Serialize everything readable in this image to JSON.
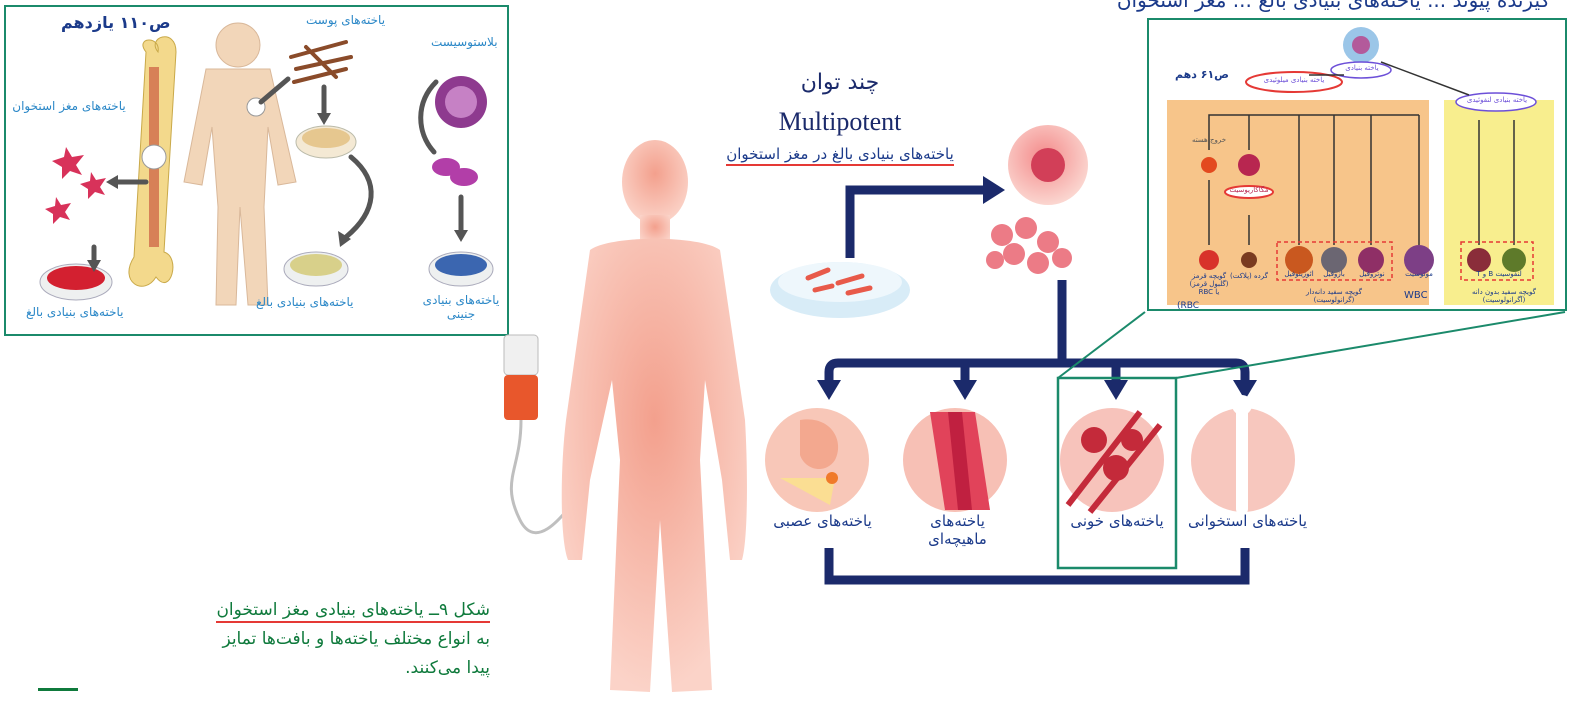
{
  "top_text": {
    "line": "گیرنده پیوند ... یاخته‌های بنیادی بالغ ... مغز استخوان"
  },
  "left_inset": {
    "page_ref": "ص۱۱۰ یازدهم",
    "labels": {
      "skin_cells": "یاخته‌های پوست",
      "blastocyst": "بلاستوسیست",
      "bone_marrow_cells": "یاخته‌های مغز استخوان",
      "adult_stem_cells_1": "یاخته‌های بنیادی بالغ",
      "adult_stem_cells_2": "یاخته‌های بنیادی بالغ",
      "embryonic_stem_cells": "یاخته‌های بنیادی جنینی"
    }
  },
  "center": {
    "title_fa": "چند توان",
    "title_en": "Multipotent",
    "subtitle": "یاخته‌های بنیادی بالغ در مغز استخوان",
    "cell_types": [
      {
        "key": "nerve",
        "label": "یاخته‌های عصبی"
      },
      {
        "key": "muscle",
        "label": "یاخته‌های ماهیچه‌ای"
      },
      {
        "key": "blood",
        "label": "یاخته‌های خونی"
      },
      {
        "key": "bone",
        "label": "یاخته‌های استخوانی"
      }
    ]
  },
  "right_inset": {
    "page_ref": "ص۶۱ دهم",
    "nodes": {
      "root": "یاخته بنیادی",
      "myeloid": "یاخته بنیادی میلوئیدی",
      "lymphoid": "یاخته بنیادی لنفوئیدی",
      "megakaryocyte": "مگاکاریوسیت",
      "reticulocyte": "خروج هسته"
    },
    "cells": [
      "گویچه قرمز (گلبول قرمز) یا RBC",
      "گرده (پلاکت)",
      "ائوزینوفیل",
      "بازوفیل",
      "نوتروفیل",
      "مونوسیت",
      "لنفوسیت B و T"
    ],
    "groups": {
      "granulocyte": "گویچه سفید دانه‌دار (گرانولوسیت)",
      "wbc": "WBC",
      "agranulocyte": "گویچه سفید بدون دانه (آگرانولوسیت)"
    }
  },
  "caption": {
    "lines": [
      "شکل ۹ــ یاخته‌های بنیادی مغز استخوان",
      "به انواع مختلف یاخته‌ها و بافت‌ها تمایز",
      "پیدا می‌کنند."
    ]
  },
  "colors": {
    "navy": "#1b2a6b",
    "frame_green": "#1b8a6b",
    "body_pink": "#f7a99a",
    "underline_red": "#e53935",
    "caption_green": "#0f7a3c",
    "label_blue": "#1b3a8a"
  }
}
